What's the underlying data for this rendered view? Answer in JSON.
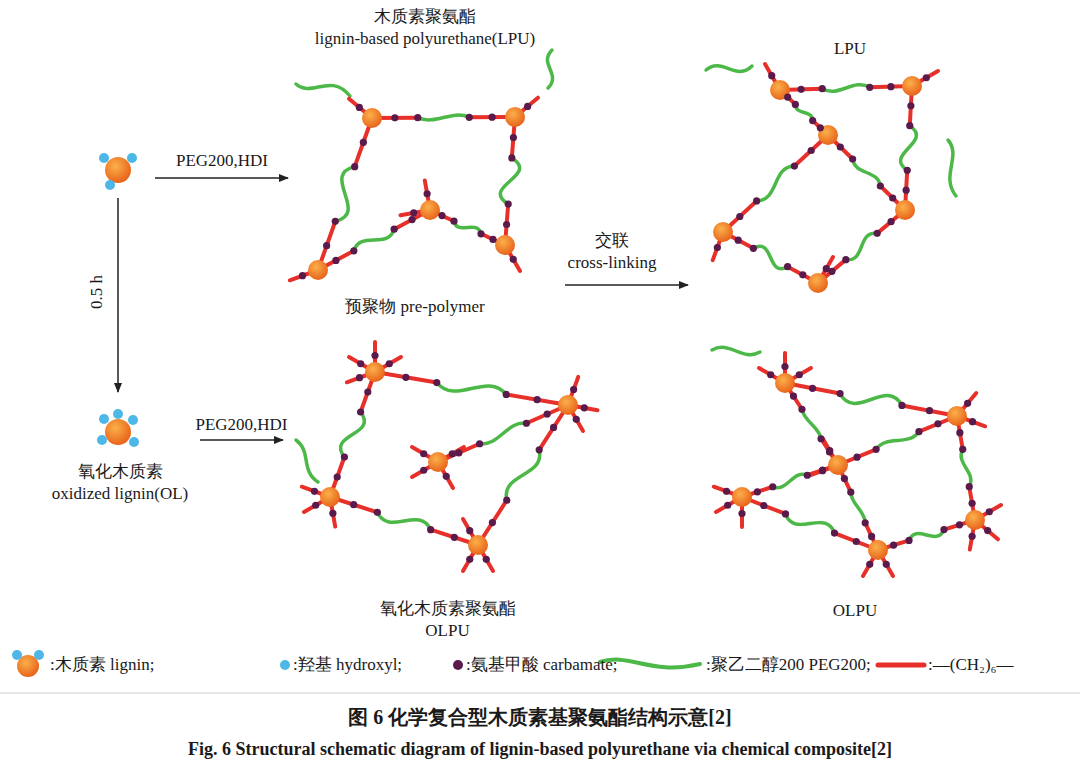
{
  "diagram": {
    "caption": "图 6 化学复合型木质素基聚氨酯结构示意[2]",
    "nodes": [
      {
        "text": [
          "木质素聚氨酯",
          "lignin-based polyurethane(LPU)"
        ]
      },
      {
        "text": [
          "LPU"
        ]
      },
      {
        "text": [
          "氧化木质素",
          "oxidized lignin(OL)"
        ]
      },
      {
        "text": [
          "氧化木质素聚氨酯",
          "OLPU"
        ]
      },
      {
        "text": [
          "OLPU"
        ]
      }
    ],
    "edges": [
      {
        "from": 0,
        "to": 1,
        "arrow": "to"
      },
      {
        "from": 2,
        "to": 3,
        "label": "PEG200,HDI",
        "arrow": "to"
      }
    ],
    "labels": [
      "PEG200,HDI",
      "0.5 h",
      "预聚物 pre-polymer",
      "交联",
      "cross-linking",
      "Fig. 6 Structural schematic diagram of lignin-based polyurethane via chemical composite[2]"
    ],
    "legend": [
      {
        "text": ":木质素 lignin;"
      },
      {
        "text": ":羟基 hydroxyl;",
        "color": "#4db8e8"
      },
      {
        "text": ":氨基甲酸 carbamate;",
        "color": "#5a1a4c"
      },
      {
        "text": ":聚乙二醇200 PEG200;"
      },
      {
        "text": ":—(CH₂)₆—"
      }
    ]
  }
}
